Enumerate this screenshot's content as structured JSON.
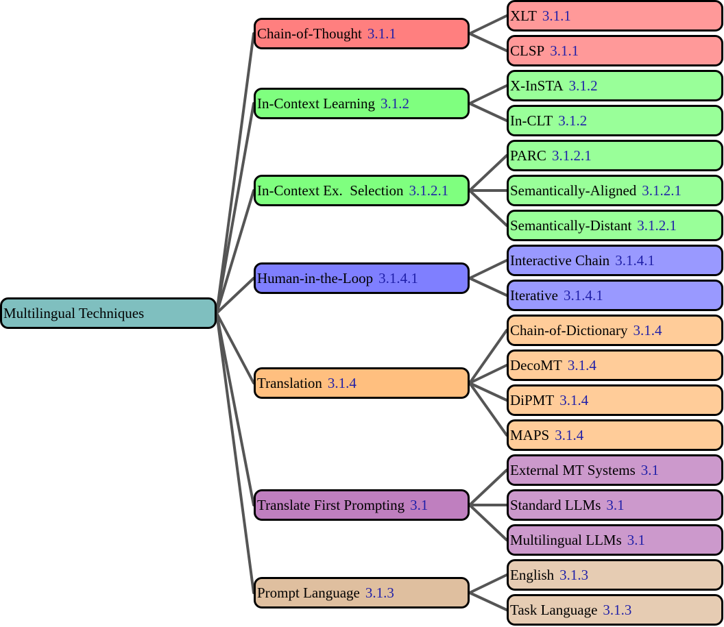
{
  "colors": {
    "root": "#7fbfbf",
    "cot": "#ff7f7f",
    "cot_leaf": "#ff9999",
    "icl": "#7fff7f",
    "icl_leaf": "#99ff99",
    "hitl": "#7f7fff",
    "hitl_leaf": "#9999ff",
    "translation": "#ffbf7f",
    "translation_leaf": "#ffcc99",
    "tfp": "#bf7fbf",
    "tfp_leaf": "#cc99cc",
    "pl": "#dfbf9f",
    "pl_leaf": "#e6ccb3",
    "ref_text": "#1f1fa8",
    "edge": "#555555"
  },
  "root": {
    "label": "Multilingual Techniques"
  },
  "branches": [
    {
      "label": "Chain-of-Thought",
      "ref": "3.1.1",
      "children": [
        {
          "label": "XLT",
          "ref": "3.1.1"
        },
        {
          "label": "CLSP",
          "ref": "3.1.1"
        }
      ]
    },
    {
      "label": "In-Context Learning",
      "ref": "3.1.2",
      "children": [
        {
          "label": "X-InSTA",
          "ref": "3.1.2"
        },
        {
          "label": "In-CLT",
          "ref": "3.1.2"
        }
      ]
    },
    {
      "label": "In-Context Ex.  Selection",
      "ref": "3.1.2.1",
      "children": [
        {
          "label": "PARC",
          "ref": "3.1.2.1"
        },
        {
          "label": "Semantically-Aligned",
          "ref": "3.1.2.1"
        },
        {
          "label": "Semantically-Distant",
          "ref": "3.1.2.1"
        }
      ]
    },
    {
      "label": "Human-in-the-Loop",
      "ref": "3.1.4.1",
      "children": [
        {
          "label": "Interactive Chain",
          "ref": "3.1.4.1"
        },
        {
          "label": "Iterative",
          "ref": "3.1.4.1"
        }
      ]
    },
    {
      "label": "Translation",
      "ref": "3.1.4",
      "children": [
        {
          "label": "Chain-of-Dictionary",
          "ref": "3.1.4"
        },
        {
          "label": "DecoMT",
          "ref": "3.1.4"
        },
        {
          "label": "DiPMT",
          "ref": "3.1.4"
        },
        {
          "label": "MAPS",
          "ref": "3.1.4"
        }
      ]
    },
    {
      "label": "Translate First Prompting",
      "ref": "3.1",
      "children": [
        {
          "label": "External MT Systems",
          "ref": "3.1"
        },
        {
          "label": "Standard LLMs",
          "ref": "3.1"
        },
        {
          "label": "Multilingual LLMs",
          "ref": "3.1"
        }
      ]
    },
    {
      "label": "Prompt Language",
      "ref": "3.1.3",
      "children": [
        {
          "label": "English",
          "ref": "3.1.3"
        },
        {
          "label": "Task Language",
          "ref": "3.1.3"
        }
      ]
    }
  ]
}
